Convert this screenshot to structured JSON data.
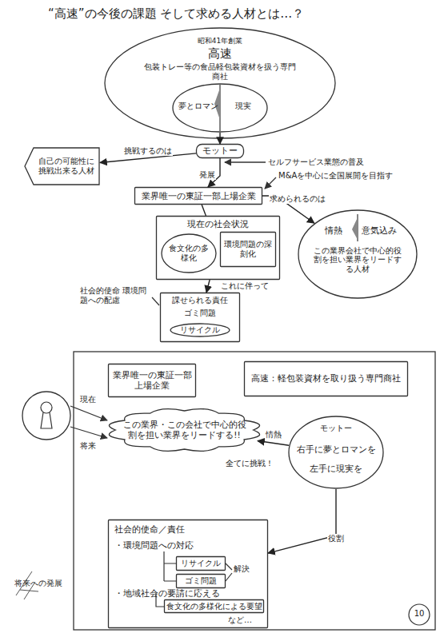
{
  "diagram": {
    "title": "“高速”の今後の課題 そして求める人材とは…？",
    "nodes": [
      {
        "text": [
          "昭和41年創業",
          "高速",
          "包装トレー等の食品軽包装資材を扱う専門商社"
        ]
      },
      {
        "text": [
          "夢とロマン",
          "現実"
        ],
        "in": 0
      },
      {
        "text": [
          "モットー"
        ]
      },
      {
        "text": [
          "自己の可能性に挑戦出来る人材"
        ]
      },
      {
        "text": [
          "業界唯一の東証一部上場企業"
        ]
      },
      {
        "text": [
          "情熱",
          "意気込み",
          "この業界会社で中心的役割を担い業界をリードする人材"
        ]
      },
      {
        "text": [
          "現在の社会状況"
        ]
      },
      {
        "text": [
          "食文化の多様化"
        ],
        "in": 6
      },
      {
        "text": [
          "環境問題の深刻化"
        ],
        "in": 6
      },
      {
        "text": [
          "課せられる責任",
          "ゴミ問題"
        ]
      },
      {
        "text": [
          "リサイクル"
        ],
        "in": 9
      },
      {
        "text": [
          "業界唯一の東証一部上場企業"
        ]
      },
      {
        "text": [
          "高速：軽包装資材を取り扱う専門商社"
        ]
      },
      {
        "text": [
          "この業界・この会社で中心的役割を担い業界をリードする!!"
        ]
      },
      {
        "text": [
          "モットー",
          "右手に夢とロマンを",
          "左手に現実を"
        ]
      },
      {
        "text": [
          "社会的使命／責任",
          "・環境問題への対応",
          "・地域社会の要請に応える",
          "など…"
        ]
      },
      {
        "text": [
          "リサイクル"
        ],
        "in": 15
      },
      {
        "text": [
          "ゴミ問題"
        ],
        "in": 15
      },
      {
        "text": [
          "食文化の多様化による要望"
        ],
        "in": 15
      }
    ],
    "edges": [
      {
        "from": 1,
        "to": 2,
        "arrow": "to"
      },
      {
        "from": 2,
        "to": 3,
        "label": "挑戦するのは",
        "arrow": "to"
      },
      {
        "from": 2,
        "to": 4,
        "label": "発展",
        "arrow": "to"
      },
      {
        "from": 4,
        "to": 5,
        "label": "求められるのは",
        "arrow": "to"
      },
      {
        "from": 4,
        "to": 6,
        "arrow": "none"
      },
      {
        "from": 6,
        "to": 9,
        "label": "これに伴って",
        "arrow": "to"
      },
      {
        "from": 14,
        "to": 13,
        "label": "情熱",
        "arrow": "to"
      },
      {
        "from": 14,
        "to": 15,
        "label": "役割",
        "arrow": "to"
      }
    ],
    "labels": [
      "セルフサービス業態の普及",
      "M&Aを中心に全国展開を目指す",
      "社会的使命 環境問題への配慮",
      "現在",
      "将来",
      "全てに挑戦！",
      "解決",
      "将来への発展",
      "10"
    ]
  }
}
